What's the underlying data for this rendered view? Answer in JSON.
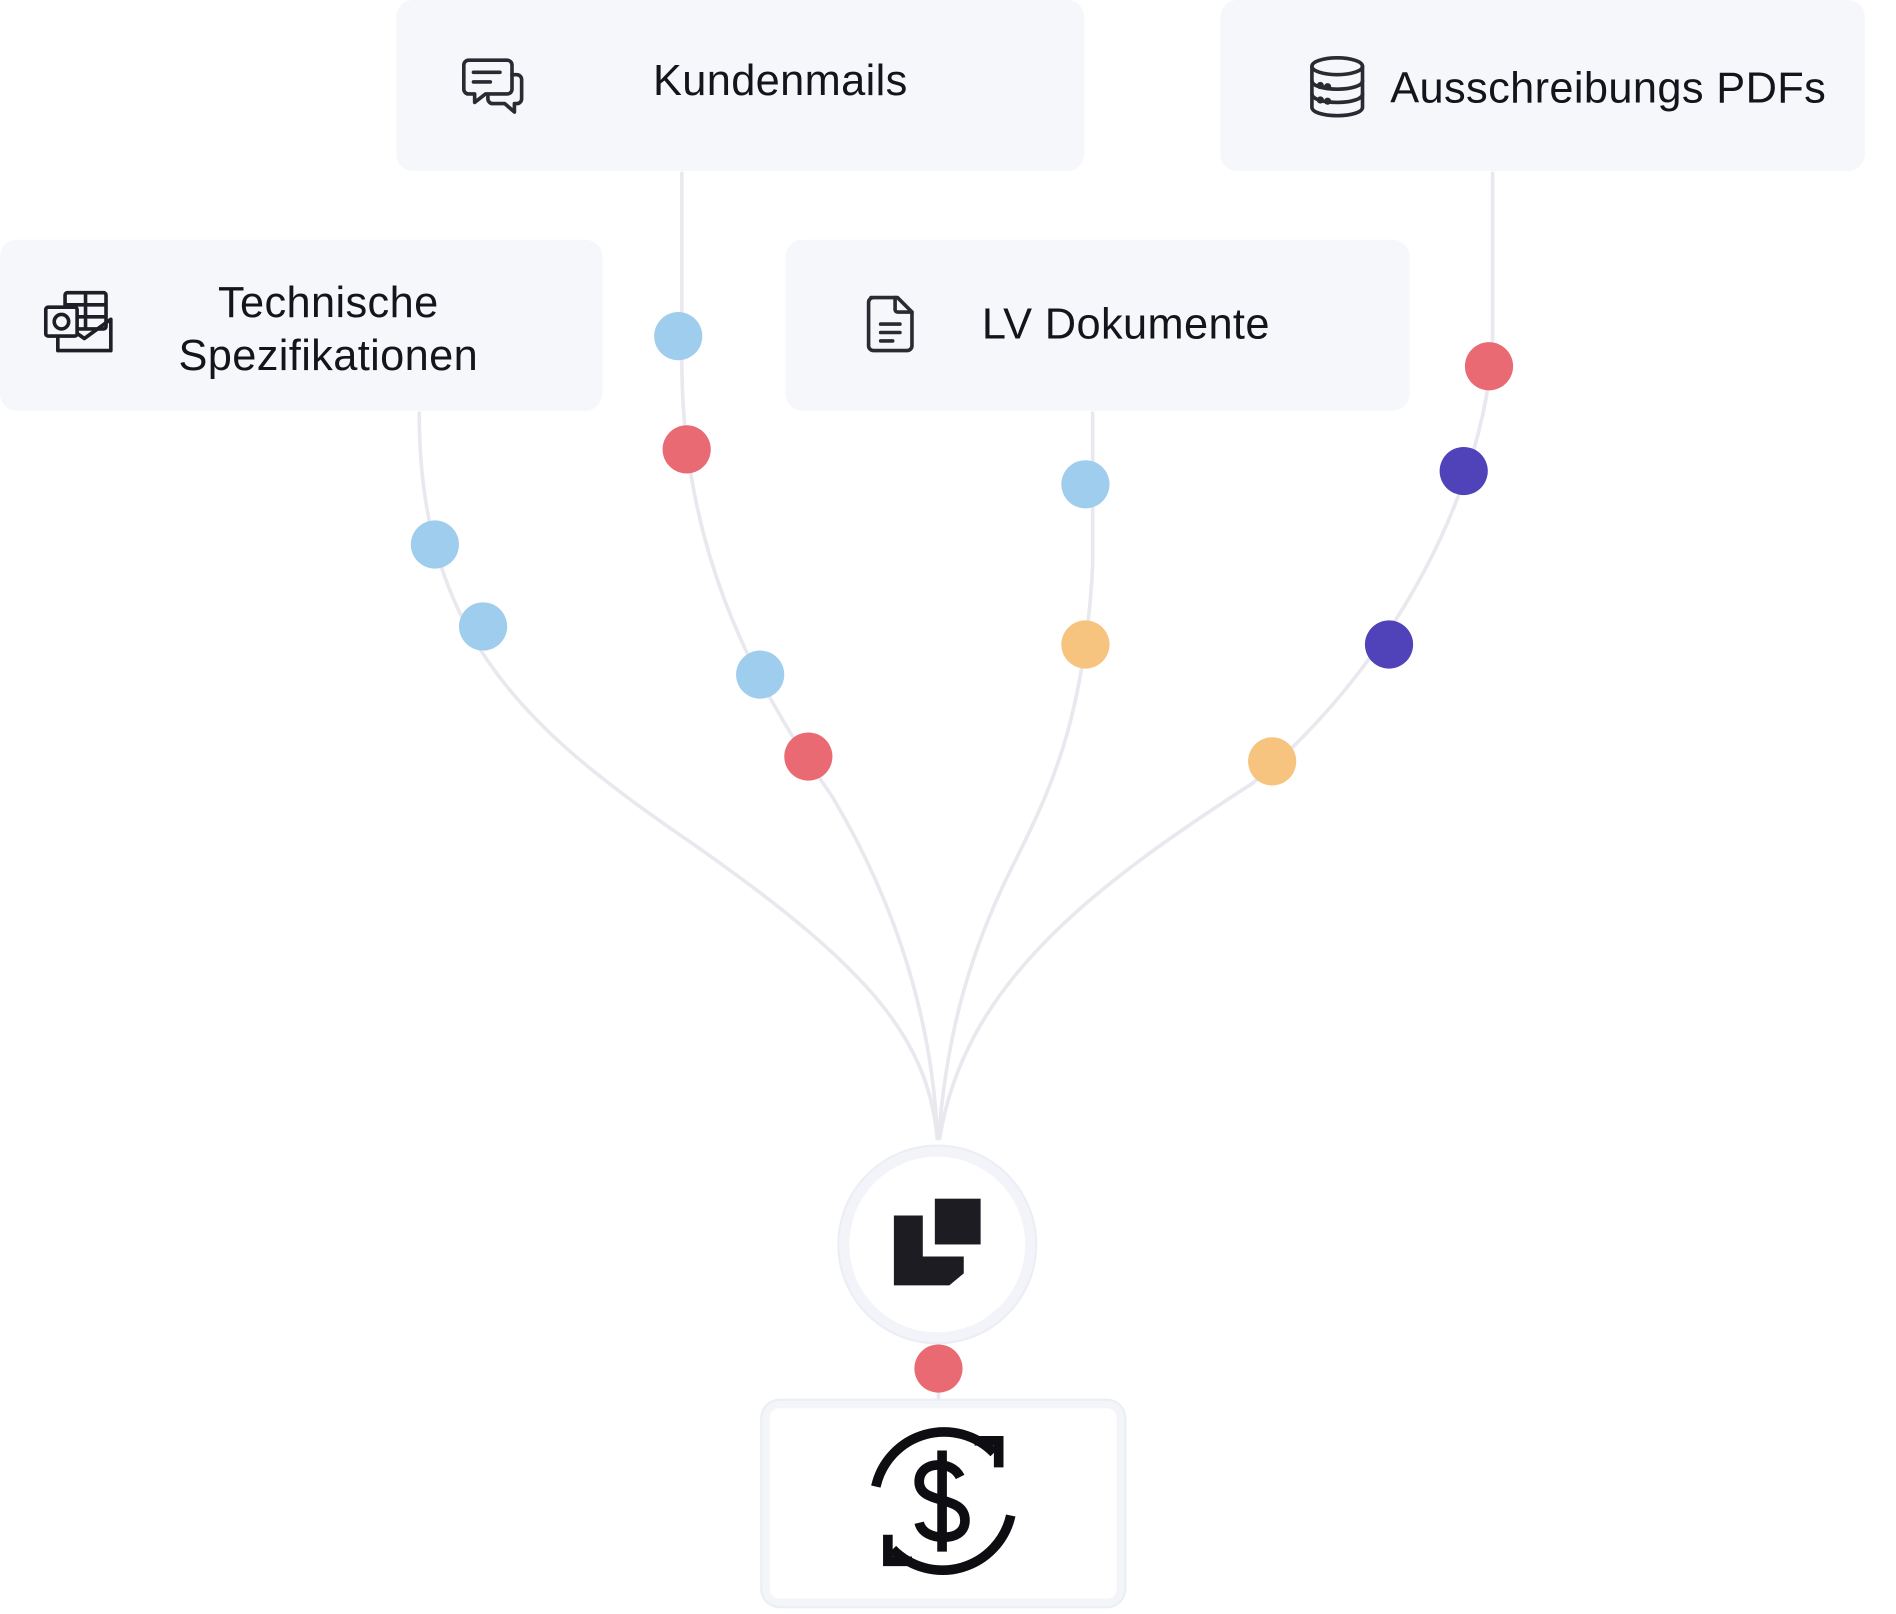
{
  "sources": {
    "kundenmails": {
      "label": "Kundenmails",
      "icon": "chat-icon"
    },
    "ausschreibung": {
      "label": "Ausschreibungs PDFs",
      "icon": "database-icon"
    },
    "technische": {
      "label": "Technische Spezifikationen",
      "icon": "outlook-mail-icon"
    },
    "lv": {
      "label": "LV Dokumente",
      "icon": "document-icon"
    }
  },
  "hub": {
    "icon": "overlapping-squares-logo-icon"
  },
  "output": {
    "icon": "dollar-refresh-icon"
  },
  "colors": {
    "card_background": "#f6f7fb",
    "wire": "#e8e8ee",
    "dot_light_blue": "#9fcdee",
    "dot_red": "#ea6a73",
    "dot_orange": "#f6c47f",
    "dot_indigo": "#5042b8",
    "text": "#14141c"
  }
}
